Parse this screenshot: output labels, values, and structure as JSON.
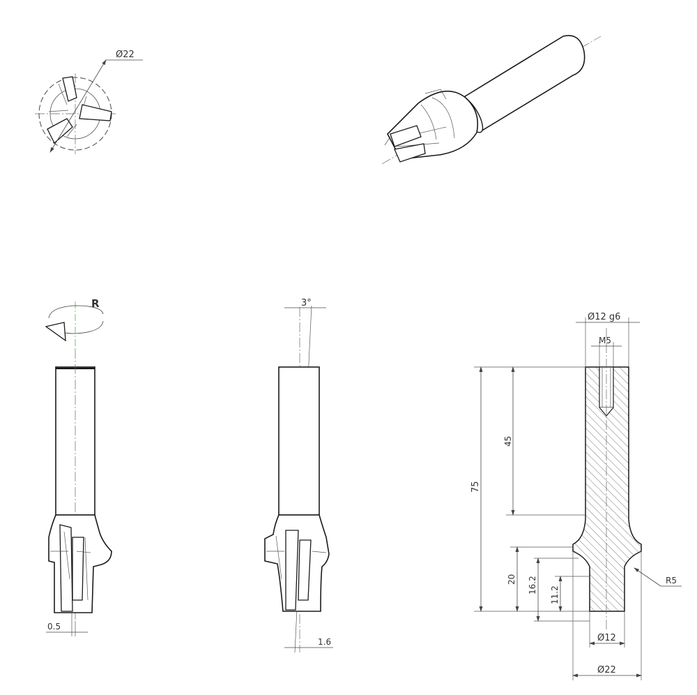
{
  "labels": {
    "diameter_cutter_end": "Ø22",
    "rotation": "R",
    "offset_left": "0.5",
    "angle": "3°",
    "offset_middle": "1.6",
    "shank_tolerance": "Ø12 g6",
    "thread": "M5",
    "dim_45": "45",
    "dim_75": "75",
    "dim_20": "20",
    "dim_16_2": "16.2",
    "dim_11_2": "11.2",
    "radius": "R5",
    "diameter_12": "Ø12",
    "diameter_22": "Ø22"
  }
}
